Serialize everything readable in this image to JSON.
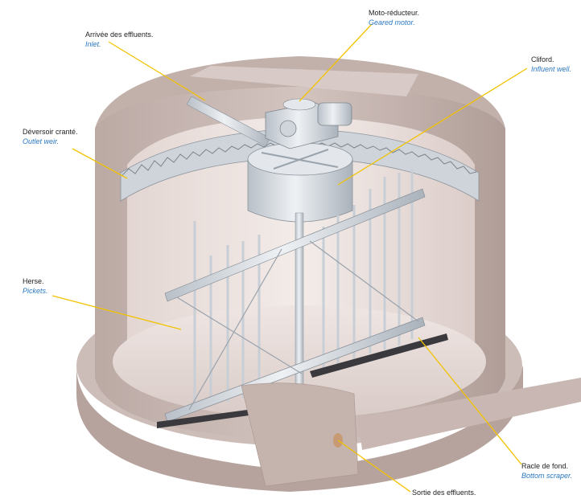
{
  "labels": {
    "inlet": {
      "fr": "Arrivée des effluents.",
      "en": "Inlet."
    },
    "motor": {
      "fr": "Moto-réducteur.",
      "en": "Geared motor."
    },
    "well": {
      "fr": "Cliford.",
      "en": "Influent well."
    },
    "weir": {
      "fr": "Déversoir cranté.",
      "en": "Outlet weir."
    },
    "pickets": {
      "fr": "Herse.",
      "en": "Pickets."
    },
    "scraper": {
      "fr": "Racle de fond.",
      "en": "Bottom scraper."
    },
    "outlet": {
      "fr": "Sortie des effluents.",
      "en": ""
    }
  },
  "colors": {
    "concrete": "#c9b8b3",
    "concrete_dark": "#a8948f",
    "interior": "#e9dfdc",
    "steel": "#d6dbe0",
    "leader": "#f2c200",
    "english": "#2a78c2"
  }
}
